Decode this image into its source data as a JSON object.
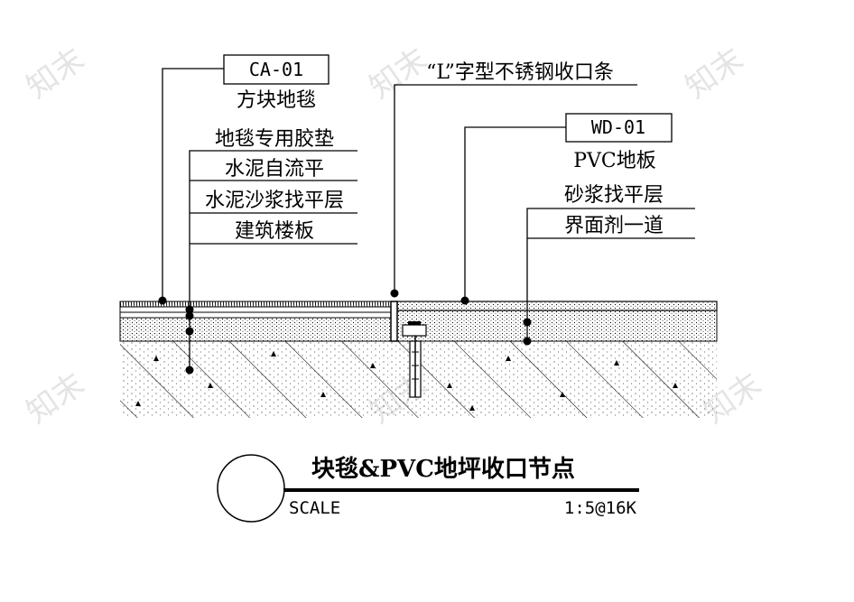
{
  "watermark": "知末",
  "left_group": {
    "tag": "CA-01",
    "name": "方块地毯",
    "layers": [
      "地毯专用胶垫",
      "水泥自流平",
      "水泥沙浆找平层",
      "建筑楼板"
    ]
  },
  "middle_label": "“L”字型不锈钢收口条",
  "right_group": {
    "tag": "WD-01",
    "name": "PVC地板",
    "layers": [
      "砂浆找平层",
      "界面剂一道"
    ]
  },
  "title_block": {
    "title": "块毯&PVC地坪收口节点",
    "scale_label": "SCALE",
    "scale_value": "1:5@16K"
  }
}
